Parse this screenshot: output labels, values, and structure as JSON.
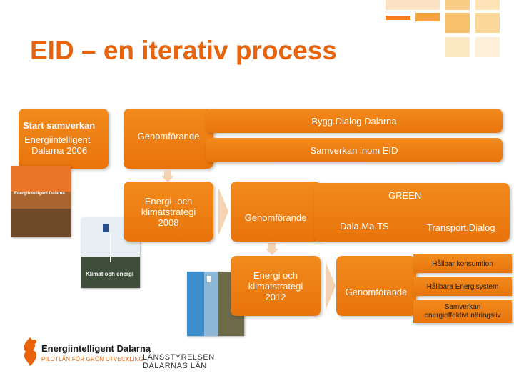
{
  "slide": {
    "title": "EID – en iterativ process"
  },
  "start": {
    "heading": "Start samverkan",
    "line1": "Energiintelligent",
    "line2": "Dalarna 2006"
  },
  "row1": {
    "genomforande": "Genomförande",
    "byggdialog": "Bygg.Dialog Dalarna",
    "samverkan": "Samverkan inom EID"
  },
  "row2": {
    "strategi": [
      "Energi -och",
      "klimatstrategi",
      "2008"
    ],
    "genomforande": "Genomförande",
    "green": "GREEN",
    "dalamats": "Dala.Ma.TS",
    "transport": "Transport.Dialog"
  },
  "row3": {
    "strategi": [
      "Energi och",
      "klimatstrategi",
      "2012"
    ],
    "genomforande": "Genomförande",
    "hallbar_konsumtion": "Hållbar konsumtion",
    "hallbara_energisystem": "Hållbara Energisystem",
    "samverkan": [
      "Samverkan",
      "energieffektivt näringsliv"
    ]
  },
  "covers": {
    "cover1_title": "Energiintelligent Dalarna",
    "cover2_title": "Klimat och energi"
  },
  "logos": {
    "eid_name": "Energiintelligent Dalarna",
    "eid_tagline": "PILOTLÄN FÖR GRÖN UTVECKLING",
    "lst_line1": "LÄNSSTYRELSEN",
    "lst_line2": "DALARNAS LÄN"
  },
  "colors": {
    "accent": "#e8630a",
    "box": "#f28a1c",
    "arrow": "#f4d3b5"
  }
}
